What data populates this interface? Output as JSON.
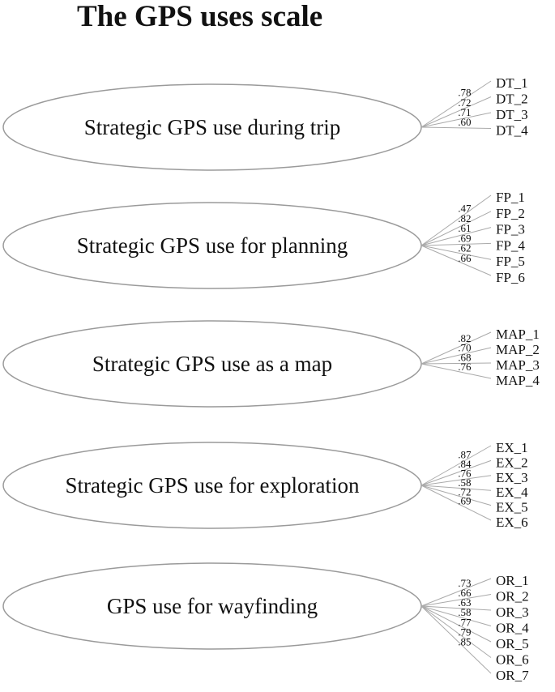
{
  "title": "The GPS uses scale",
  "colors": {
    "ellipse_stroke": "#9a9a9a",
    "line": "#aaaaaa",
    "text": "#111111"
  },
  "factors": [
    {
      "label": "Strategic GPS use during trip",
      "items": [
        {
          "name": "DT_1",
          "loading": ".78"
        },
        {
          "name": "DT_2",
          "loading": ".72"
        },
        {
          "name": "DT_3",
          "loading": ".71"
        },
        {
          "name": "DT_4",
          "loading": ".60"
        }
      ]
    },
    {
      "label": "Strategic GPS use for planning",
      "items": [
        {
          "name": "FP_1",
          "loading": ".47"
        },
        {
          "name": "FP_2",
          "loading": ".82"
        },
        {
          "name": "FP_3",
          "loading": ".61"
        },
        {
          "name": "FP_4",
          "loading": ".69"
        },
        {
          "name": "FP_5",
          "loading": ".62"
        },
        {
          "name": "FP_6",
          "loading": ".66"
        }
      ]
    },
    {
      "label": "Strategic GPS use as a map",
      "items": [
        {
          "name": "MAP_1",
          "loading": ".82"
        },
        {
          "name": "MAP_2",
          "loading": ".70"
        },
        {
          "name": "MAP_3",
          "loading": ".68"
        },
        {
          "name": "MAP_4",
          "loading": ".76"
        }
      ]
    },
    {
      "label": "Strategic GPS use for exploration",
      "items": [
        {
          "name": "EX_1",
          "loading": ".87"
        },
        {
          "name": "EX_2",
          "loading": ".84"
        },
        {
          "name": "EX_3",
          "loading": ".76"
        },
        {
          "name": "EX_4",
          "loading": ".58"
        },
        {
          "name": "EX_5",
          "loading": ".72"
        },
        {
          "name": "EX_6",
          "loading": ".69"
        }
      ]
    },
    {
      "label": "GPS use for wayfinding",
      "items": [
        {
          "name": "OR_1",
          "loading": ".73"
        },
        {
          "name": "OR_2",
          "loading": ".66"
        },
        {
          "name": "OR_3",
          "loading": ".63"
        },
        {
          "name": "OR_4",
          "loading": ".58"
        },
        {
          "name": "OR_5",
          "loading": ".77"
        },
        {
          "name": "OR_6",
          "loading": ".79"
        },
        {
          "name": "OR_7",
          "loading": ".85"
        }
      ]
    }
  ]
}
